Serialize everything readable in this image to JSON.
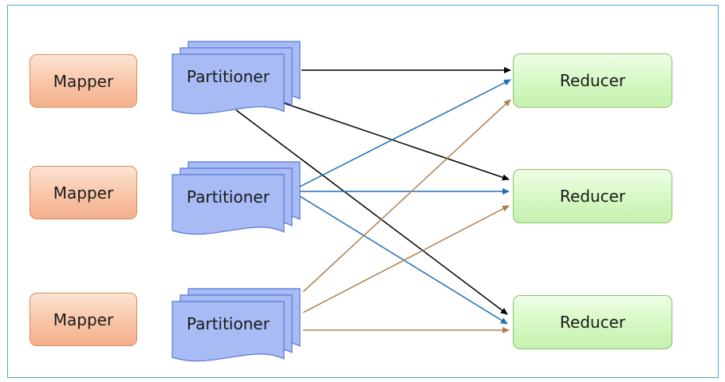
{
  "diagram": {
    "mappers": [
      {
        "label": "Mapper"
      },
      {
        "label": "Mapper"
      },
      {
        "label": "Mapper"
      }
    ],
    "partitioners": [
      {
        "label": "Partitioner"
      },
      {
        "label": "Partitioner"
      },
      {
        "label": "Partitioner"
      }
    ],
    "reducers": [
      {
        "label": "Reducer"
      },
      {
        "label": "Reducer"
      },
      {
        "label": "Reducer"
      }
    ],
    "edges": [
      {
        "from": 0,
        "to": 0,
        "color": "#000000"
      },
      {
        "from": 0,
        "to": 1,
        "color": "#000000"
      },
      {
        "from": 0,
        "to": 2,
        "color": "#000000"
      },
      {
        "from": 1,
        "to": 0,
        "color": "#1f6fb5"
      },
      {
        "from": 1,
        "to": 1,
        "color": "#1f6fb5"
      },
      {
        "from": 1,
        "to": 2,
        "color": "#1f6fb5"
      },
      {
        "from": 2,
        "to": 0,
        "color": "#b08050"
      },
      {
        "from": 2,
        "to": 1,
        "color": "#b08050"
      },
      {
        "from": 2,
        "to": 2,
        "color": "#b08050"
      }
    ],
    "colors": {
      "frame": "#4bacc6",
      "mapper_fill": "#f8c5a6",
      "partitioner_fill": "#a8bbf5",
      "reducer_fill": "#d5f8c2"
    }
  }
}
